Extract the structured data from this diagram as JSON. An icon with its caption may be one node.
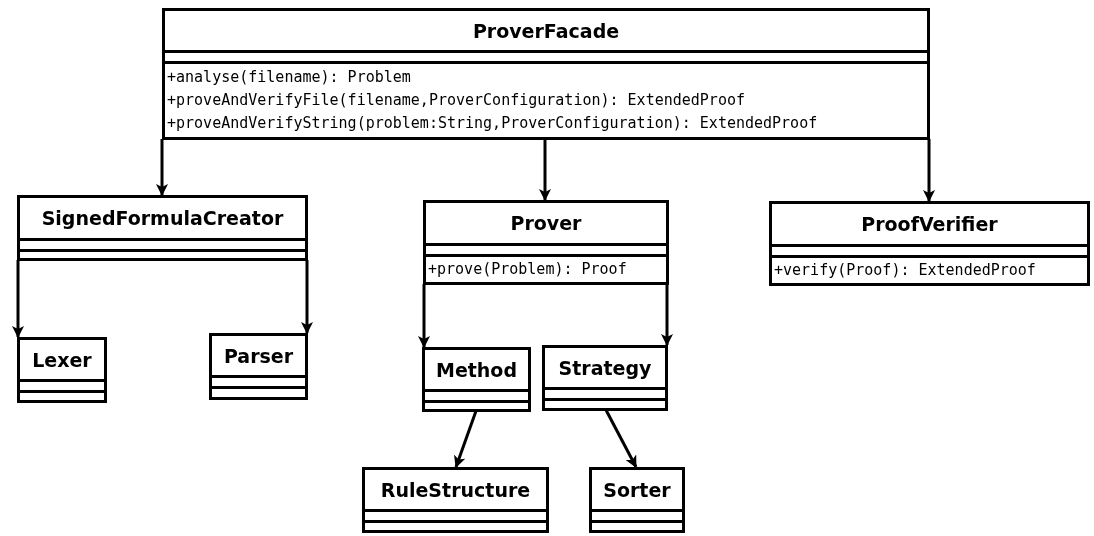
{
  "diagram": {
    "nodes": [
      {
        "text": [
          "ProverFacade",
          "+analyse(filename): Problem",
          "+proveAndVerifyFile(filename,ProverConfiguration): ExtendedProof",
          "+proveAndVerifyString(problem:String,ProverConfiguration): ExtendedProof"
        ]
      },
      {
        "text": [
          "SignedFormulaCreator"
        ]
      },
      {
        "text": [
          "Prover",
          "+prove(Problem): Proof"
        ]
      },
      {
        "text": [
          "ProofVerifier",
          "+verify(Proof): ExtendedProof"
        ]
      },
      {
        "text": [
          "Lexer"
        ]
      },
      {
        "text": [
          "Parser"
        ]
      },
      {
        "text": [
          "Method"
        ]
      },
      {
        "text": [
          "Strategy"
        ]
      },
      {
        "text": [
          "RuleStructure"
        ]
      },
      {
        "text": [
          "Sorter"
        ]
      }
    ],
    "edges": [
      {
        "from": 0,
        "to": 1,
        "arrow": "to"
      },
      {
        "from": 0,
        "to": 2,
        "arrow": "to"
      },
      {
        "from": 0,
        "to": 3,
        "arrow": "to"
      },
      {
        "from": 1,
        "to": 4,
        "arrow": "to"
      },
      {
        "from": 1,
        "to": 5,
        "arrow": "to"
      },
      {
        "from": 2,
        "to": 6,
        "arrow": "to"
      },
      {
        "from": 2,
        "to": 7,
        "arrow": "to"
      },
      {
        "from": 6,
        "to": 8,
        "arrow": "to"
      },
      {
        "from": 7,
        "to": 9,
        "arrow": "to"
      }
    ]
  }
}
